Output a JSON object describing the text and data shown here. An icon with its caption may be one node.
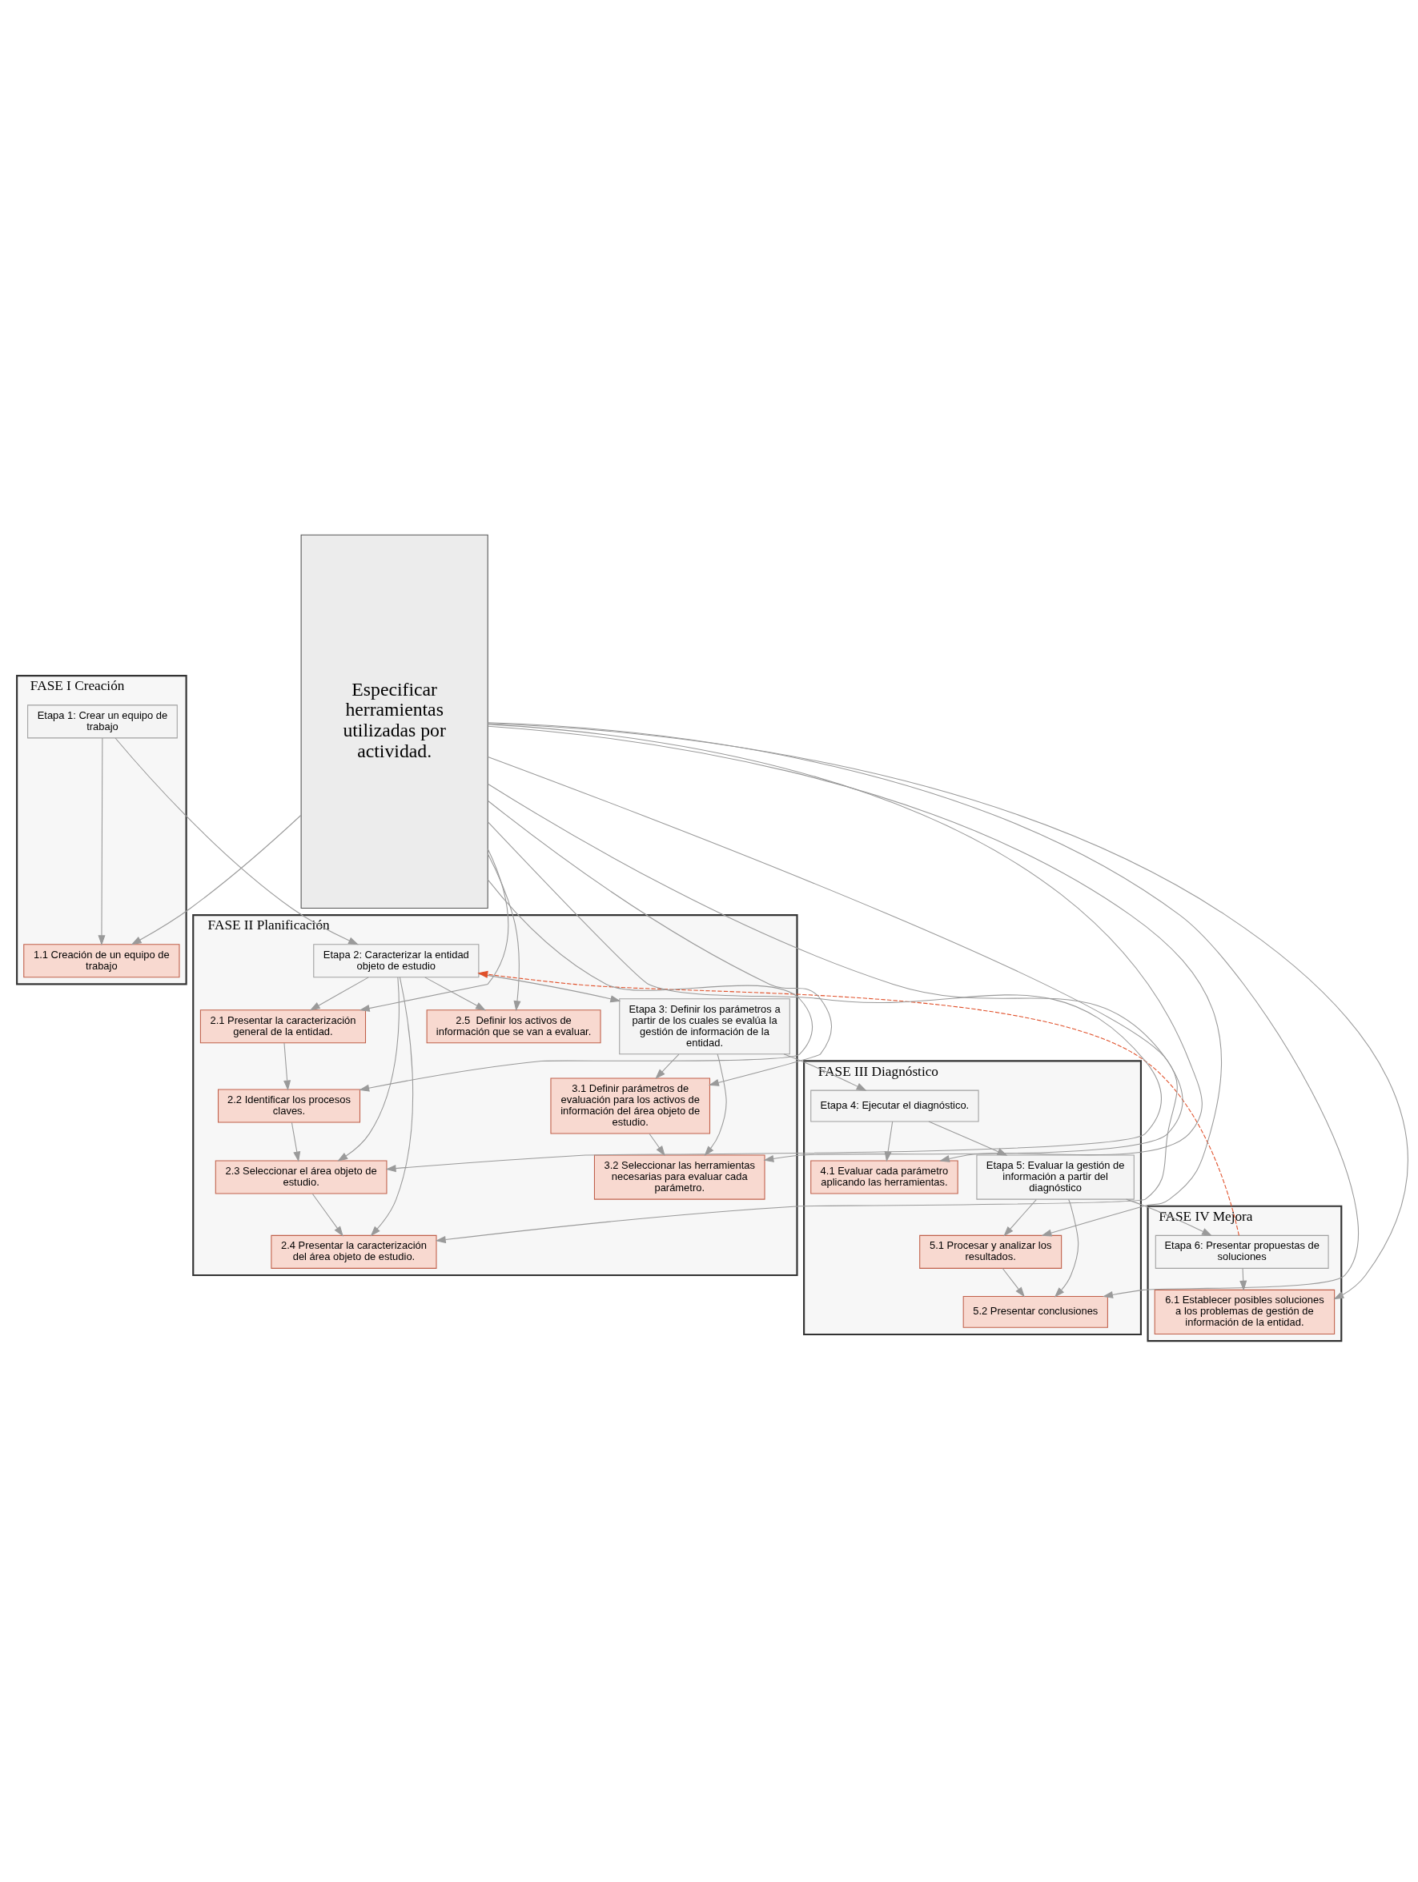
{
  "diagram": {
    "nodes": [
      {
        "text": [
          "FASE I Creación"
        ]
      },
      {
        "text": [
          "Etapa 1: Crear un equipo de trabajo"
        ],
        "in": 0
      },
      {
        "text": [
          "1.1 Creación de un equipo de trabajo"
        ],
        "in": 0
      },
      {
        "text": [
          "FASE II Planificación"
        ]
      },
      {
        "text": [
          "Etapa 2: Caracterizar la entidad objeto de estudio"
        ],
        "in": 3
      },
      {
        "text": [
          "2.1 Presentar la caracterización general de la entidad."
        ],
        "in": 3
      },
      {
        "text": [
          "2.2 Identificar los procesos claves."
        ],
        "in": 3
      },
      {
        "text": [
          "2.3 Seleccionar el área objeto de estudio."
        ],
        "in": 3
      },
      {
        "text": [
          "2.4 Presentar la caracterización del área objeto de estudio."
        ],
        "in": 3
      },
      {
        "text": [
          "2.5  Definir los activos de información que se van a evaluar."
        ],
        "in": 3
      },
      {
        "text": [
          "Etapa 3: Definir los parámetros a partir de los cuales se evalúa la gestión de información de la entidad."
        ],
        "in": 3
      },
      {
        "text": [
          "3.1 Definir parámetros de evaluación para los activos de información del área objeto de estudio."
        ],
        "in": 3
      },
      {
        "text": [
          "3.2 Seleccionar las herramientas necesarias para evaluar cada parámetro."
        ],
        "in": 3
      },
      {
        "text": [
          "FASE III Diagnóstico"
        ]
      },
      {
        "text": [
          "Etapa 4: Ejecutar el diagnóstico."
        ],
        "in": 13
      },
      {
        "text": [
          "4.1 Evaluar cada parámetro aplicando las herramientas."
        ],
        "in": 13
      },
      {
        "text": [
          "Etapa 5: Evaluar la gestión de información a partir del diagnóstico"
        ],
        "in": 13
      },
      {
        "text": [
          "5.1 Procesar y analizar los resultados."
        ],
        "in": 13
      },
      {
        "text": [
          "5.2 Presentar conclusiones"
        ],
        "in": 13
      },
      {
        "text": [
          "FASE IV Mejora"
        ]
      },
      {
        "text": [
          "Etapa 6: Presentar propuestas de soluciones"
        ],
        "in": 19
      },
      {
        "text": [
          "6.1 Establecer posibles soluciones a los problemas de gestión de información de la entidad."
        ],
        "in": 19
      },
      {
        "text": [
          "Especificar herramientas utilizadas por actividad."
        ]
      }
    ],
    "edges": [
      {
        "from": 1,
        "to": 2,
        "arrow": "to"
      },
      {
        "from": 1,
        "to": 4,
        "arrow": "to"
      },
      {
        "from": 4,
        "to": 5,
        "arrow": "to"
      },
      {
        "from": 4,
        "to": 7,
        "arrow": "to"
      },
      {
        "from": 4,
        "to": 8,
        "arrow": "to"
      },
      {
        "from": 4,
        "to": 9,
        "arrow": "to"
      },
      {
        "from": 5,
        "to": 6,
        "arrow": "to"
      },
      {
        "from": 6,
        "to": 7,
        "arrow": "to"
      },
      {
        "from": 7,
        "to": 8,
        "arrow": "to"
      },
      {
        "from": 4,
        "to": 10,
        "arrow": "to"
      },
      {
        "from": 10,
        "to": 11,
        "arrow": "to"
      },
      {
        "from": 10,
        "to": 12,
        "arrow": "to"
      },
      {
        "from": 11,
        "to": 12,
        "arrow": "to"
      },
      {
        "from": 10,
        "to": 14,
        "arrow": "to"
      },
      {
        "from": 14,
        "to": 15,
        "arrow": "to"
      },
      {
        "from": 14,
        "to": 16,
        "arrow": "to"
      },
      {
        "from": 16,
        "to": 17,
        "arrow": "to"
      },
      {
        "from": 16,
        "to": 18,
        "arrow": "to"
      },
      {
        "from": 17,
        "to": 18,
        "arrow": "to"
      },
      {
        "from": 16,
        "to": 20,
        "arrow": "to"
      },
      {
        "from": 20,
        "to": 21,
        "arrow": "to"
      },
      {
        "from": 20,
        "to": 4,
        "arrow": "to",
        "style": "dashed",
        "color": "#e0502a"
      },
      {
        "from": 22,
        "to": 2,
        "arrow": "to"
      },
      {
        "from": 22,
        "to": 5,
        "arrow": "to"
      },
      {
        "from": 22,
        "to": 6,
        "arrow": "to"
      },
      {
        "from": 22,
        "to": 7,
        "arrow": "to"
      },
      {
        "from": 22,
        "to": 8,
        "arrow": "to"
      },
      {
        "from": 22,
        "to": 9,
        "arrow": "to"
      },
      {
        "from": 22,
        "to": 11,
        "arrow": "to"
      },
      {
        "from": 22,
        "to": 12,
        "arrow": "to"
      },
      {
        "from": 22,
        "to": 15,
        "arrow": "to"
      },
      {
        "from": 22,
        "to": 17,
        "arrow": "to"
      },
      {
        "from": 22,
        "to": 18,
        "arrow": "to"
      },
      {
        "from": 22,
        "to": 21,
        "arrow": "to"
      }
    ]
  }
}
